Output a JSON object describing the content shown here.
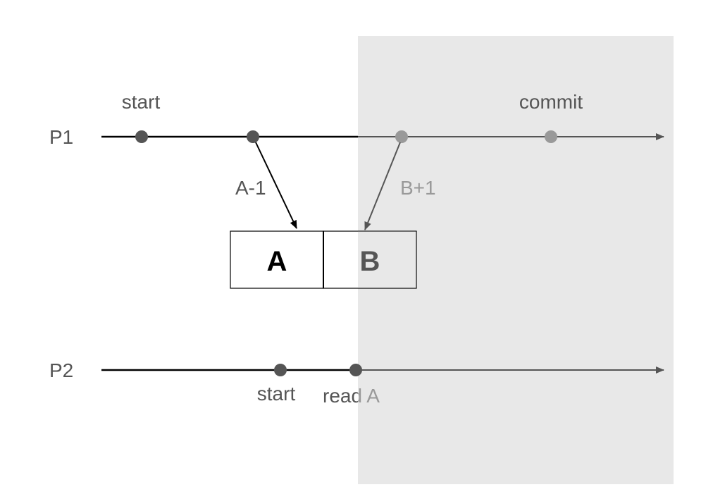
{
  "processes": {
    "p1": {
      "label": "P1"
    },
    "p2": {
      "label": "P2"
    }
  },
  "events": {
    "p1_start": "start",
    "p1_commit": "commit",
    "p2_start": "start",
    "p2_read": "read A"
  },
  "operations": {
    "a_minus_1": "A-1",
    "b_plus_1": "B+1"
  },
  "cells": {
    "a": "A",
    "b": "B"
  },
  "colors": {
    "shade": "#e8e8e8",
    "line_dark": "#000000",
    "line_gray": "#555555",
    "dot_dark": "#555555",
    "dot_light": "#999999",
    "text_gray": "#555555",
    "text_light": "#999999"
  }
}
